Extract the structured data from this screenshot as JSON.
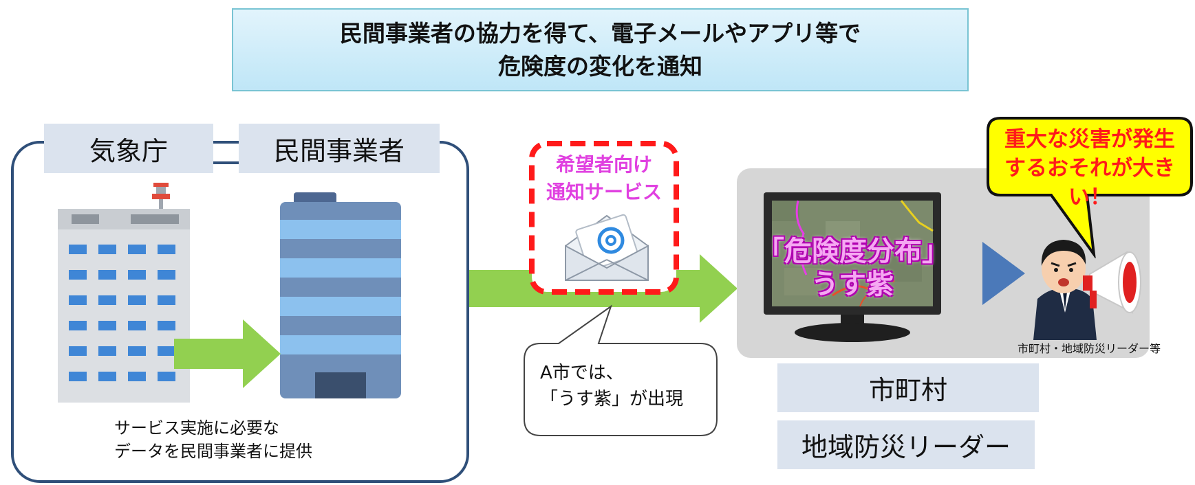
{
  "title": {
    "line1": "民間事業者の協力を得て、電子メールやアプリ等で",
    "line2": "危険度の変化を通知"
  },
  "labels": {
    "jma": "気象庁",
    "private": "民間事業者",
    "municipality": "市町村",
    "local_leader": "地域防災リーダー"
  },
  "provide_caption": {
    "line1": "サービス実施に必要な",
    "line2": "データを民間事業者に提供"
  },
  "service_box": {
    "line1": "希望者向け",
    "line2": "通知サービス"
  },
  "callout": {
    "line1": "A市では、",
    "line2": "「うす紫」が出現"
  },
  "monitor_text": {
    "line1": "「危険度分布」",
    "line2": "うす紫"
  },
  "warning_bubble": {
    "line1": "重大な災害が発生",
    "line2": "するおそれが大きい！"
  },
  "person_caption": "市町村・地域防災リーダー等",
  "icons": [
    "jma-building-icon",
    "private-building-icon",
    "envelope-icon",
    "at-sign-icon",
    "monitor-icon",
    "megaphone-person-icon"
  ],
  "colors": {
    "title_border": "#79c4d3",
    "group_border": "#2f4f79",
    "flow_arrow": "#92d050",
    "dashed_border": "#ff1a1a",
    "service_text": "#e040e0",
    "play_arrow": "#4b79b9",
    "bubble_fill": "#ffff00"
  }
}
